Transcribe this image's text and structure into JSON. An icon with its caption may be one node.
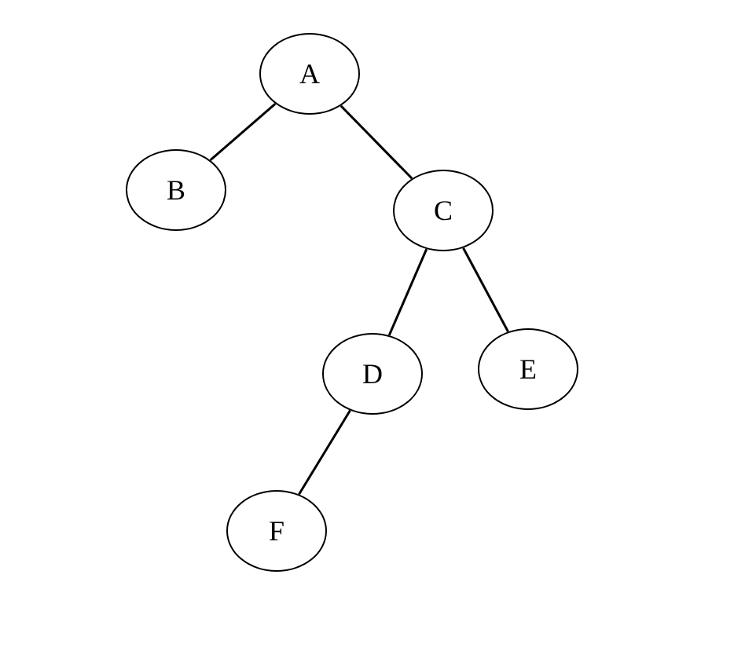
{
  "diagram": {
    "nodes": [
      {
        "text": [
          "A"
        ]
      },
      {
        "text": [
          "B"
        ]
      },
      {
        "text": [
          "C"
        ]
      },
      {
        "text": [
          "D"
        ]
      },
      {
        "text": [
          "E"
        ]
      },
      {
        "text": [
          "F"
        ]
      }
    ],
    "edges": [
      {
        "from": 0,
        "to": 1,
        "arrow": "none"
      },
      {
        "from": 0,
        "to": 2,
        "arrow": "none"
      },
      {
        "from": 2,
        "to": 3,
        "arrow": "none"
      },
      {
        "from": 2,
        "to": 4,
        "arrow": "none"
      },
      {
        "from": 3,
        "to": 5,
        "arrow": "none"
      }
    ]
  }
}
